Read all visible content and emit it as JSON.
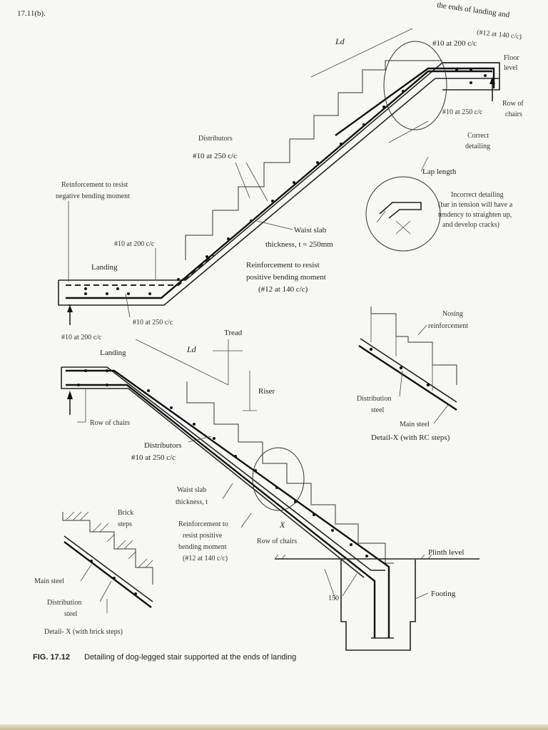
{
  "header": {
    "left_ref": "17.11(b).",
    "right_fragment": "the ends of landing and"
  },
  "top_stair": {
    "bar_12_140": "(#12 at 140 c/c)",
    "bar_10_200": "#10 at 200 c/c",
    "floor_level": [
      "Floor",
      "level"
    ],
    "bar_10_250": "#10 at 250 c/c",
    "row_of_chairs": [
      "Row of",
      "chairs"
    ],
    "ld": "Ld",
    "correct_detailing": [
      "Correct",
      "detailing"
    ],
    "lap_length": "Lap length",
    "incorrect_detailing": [
      "Incorrect detailing",
      "(bar in tension will have a",
      "tendency to straighten up,",
      "and develop cracks)"
    ],
    "distributors": [
      "Distributors",
      "#10 at 250 c/c"
    ],
    "negative_moment": [
      "Reinforcement to resist",
      "negative bending moment"
    ],
    "waist_slab": [
      "Waist slab",
      "thickness, t = 250mm"
    ],
    "bar_10_200_left": "#10 at 200 c/c",
    "landing": "Landing",
    "positive_moment": [
      "Reinforcement to resist",
      "positive bending moment",
      "(#12 at 140 c/c)"
    ],
    "bar_10_250_bottom": "#10 at 250 c/c"
  },
  "bottom_stair": {
    "bar_10_200": "#10 at 200 c/c",
    "landing": "Landing",
    "ld": "Ld",
    "tread": "Tread",
    "riser": "Riser",
    "row_of_chairs": "Row of chairs",
    "distributors": [
      "Distributors",
      "#10 at 250 c/c"
    ],
    "waist_slab": [
      "Waist slab",
      "thickness, t"
    ],
    "positive_moment": [
      "Reinforcement to",
      "resist positive",
      "bending moment",
      "(#12 at 140 c/c)"
    ],
    "x_mark": "X",
    "row_of_chairs_2": "Row of chairs",
    "plinth_level": "Plinth level",
    "dim_150": "150",
    "footing": "Footing"
  },
  "detail_rc": {
    "nosing": [
      "Nosing",
      "reinforcement"
    ],
    "distribution": [
      "Distribution",
      "steel"
    ],
    "main_steel": "Main steel",
    "title": "Detail-X (with RC steps)"
  },
  "detail_brick": {
    "brick_steps": [
      "Brick",
      "steps"
    ],
    "main_steel": "Main steel",
    "distribution": [
      "Distribution",
      "steel"
    ],
    "title": "Detail- X (with brick steps)"
  },
  "caption": {
    "number": "FIG. 17.12",
    "text": "Detailing of dog-legged stair supported at the ends of landing"
  }
}
